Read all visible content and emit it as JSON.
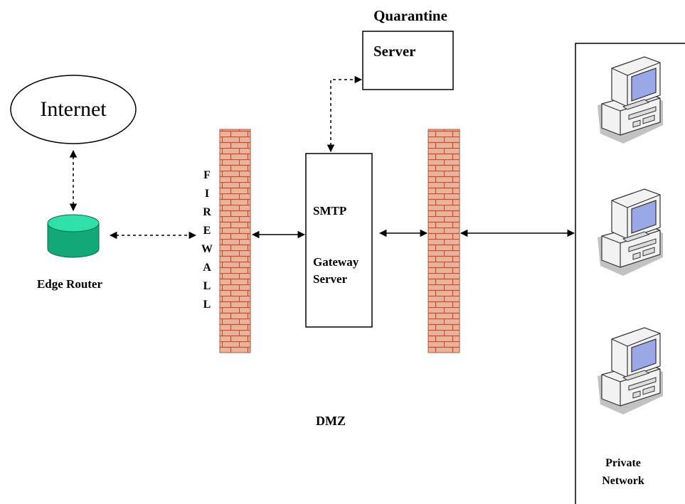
{
  "diagram": {
    "internet_label": "Internet",
    "edge_router_label": "Edge Router",
    "quarantine_title": "Quarantine",
    "quarantine_server_label": "Server",
    "firewall_letters": [
      "F",
      "I",
      "R",
      "E",
      "W",
      "A",
      "L",
      "L"
    ],
    "smtp_label": "SMTP",
    "gateway_line1": "Gateway",
    "gateway_line2": "Server",
    "dmz_label": "DMZ",
    "private_network_line1": "Private",
    "private_network_line2": "Network"
  },
  "colors": {
    "brick_fill": "#e8b49a",
    "brick_mortar": "#b5533a",
    "router_top": "#2fe0a8",
    "router_side": "#12a878",
    "monitor_screen": "#9aa8e8",
    "computer_body": "#f2f2f2",
    "computer_shadow": "#9a9a9a"
  }
}
